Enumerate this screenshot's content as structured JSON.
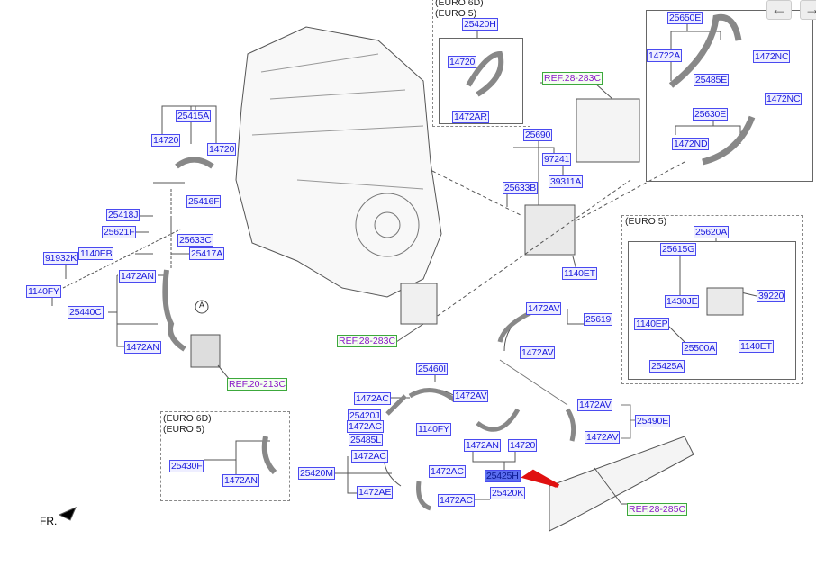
{
  "labels": [
    "25415A",
    "14720",
    "14720",
    "25416F",
    "25418J",
    "25621F",
    "25633C",
    "1140EB",
    "25417A",
    "91932K",
    "1472AN",
    "1140FY",
    "25440C",
    "1472AN",
    "25430F",
    "1472AN",
    "25420H",
    "14720",
    "1472AR",
    "25690",
    "97241",
    "39311A",
    "25633B",
    "1140ET",
    "25650E",
    "14722A",
    "1472NC",
    "25485E",
    "1472NC",
    "25630E",
    "1472ND",
    "25620A",
    "25615G",
    "1430JE",
    "39220",
    "1140EP",
    "25500A",
    "1140ET",
    "25425A",
    "1472AV",
    "25619",
    "1472AV",
    "25460I",
    "1472AC",
    "1472AV",
    "1472AV",
    "25420J",
    "1472AC",
    "1140FY",
    "25490E",
    "25485L",
    "1472AN",
    "14720",
    "1472AV",
    "1472AC",
    "25420M",
    "1472AC",
    "25425H",
    "1472AE",
    "1472AC",
    "25420K"
  ],
  "refs": [
    "REF.20-213C",
    "REF.28-283C",
    "REF.28-283C",
    "REF.28-285C"
  ],
  "texts": {
    "euro6d": "(EURO 6D)",
    "euro5": "(EURO 5)",
    "circle_a": "A",
    "front": "FR."
  },
  "nav": {
    "prev": "←",
    "next": "→"
  },
  "colors": {
    "label": "#1a1adc",
    "ref": "#8a18c8",
    "highlight": "#5b6ef0",
    "arrow": "#e01010"
  }
}
